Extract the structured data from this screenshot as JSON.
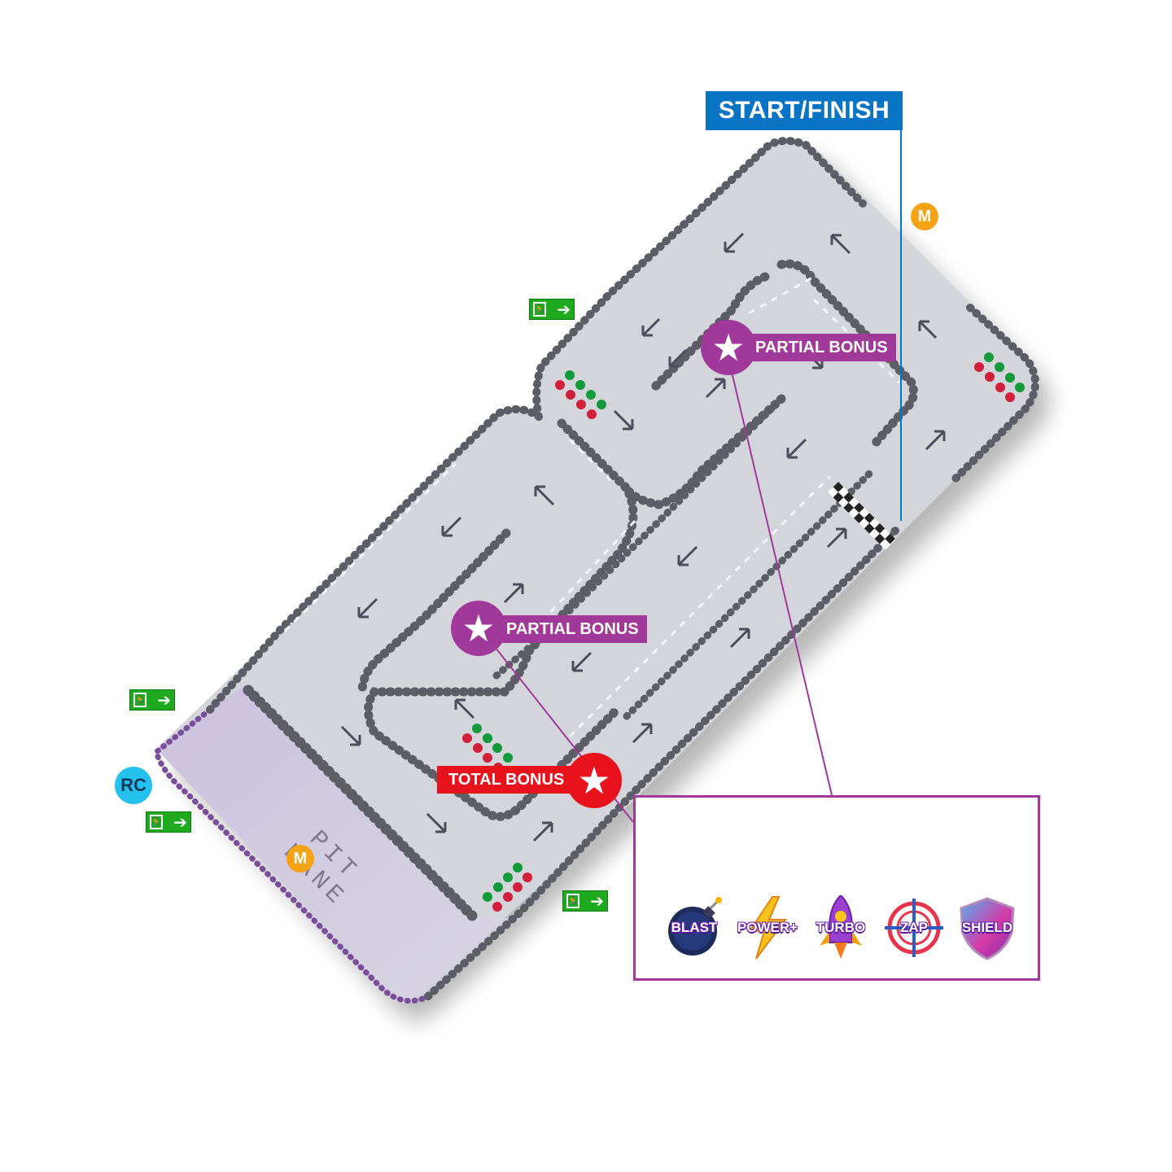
{
  "labels": {
    "start_finish": "START/FINISH",
    "partial_bonus_top": "PARTIAL BONUS",
    "partial_bonus_mid": "PARTIAL BONUS",
    "total_bonus": "TOTAL BONUS",
    "pit_lane": "PIT LANE",
    "marker_m": "M",
    "marker_rc": "RC"
  },
  "powerups_panel": {
    "title": "",
    "items": [
      {
        "label": "BLAST",
        "icon": "bomb-icon"
      },
      {
        "label": "POWER+",
        "icon": "lightning-bolt-icon"
      },
      {
        "label": "TURBO",
        "icon": "rocket-icon"
      },
      {
        "label": "ZAP",
        "icon": "crosshair-icon"
      },
      {
        "label": "SHIELD",
        "icon": "shield-icon"
      }
    ]
  },
  "icons": {
    "exit": "emergency-exit-icon",
    "arrow": "direction-arrow-icon",
    "star": "star-icon"
  },
  "colors": {
    "start_finish": "#0a74c4",
    "partial_bonus": "#a0399a",
    "total_bonus": "#e8121c",
    "exit_sign": "#1ea91e",
    "marker_m": "#f5a315",
    "marker_rc": "#24c0ee",
    "track_surface": "#d4d5da",
    "pit_lane": "#c9c3dc",
    "tyre_barrier": "#5c5d66",
    "pit_barrier": "#7a4e9a",
    "light_green": "#139a3a",
    "light_red": "#d21f3c"
  }
}
